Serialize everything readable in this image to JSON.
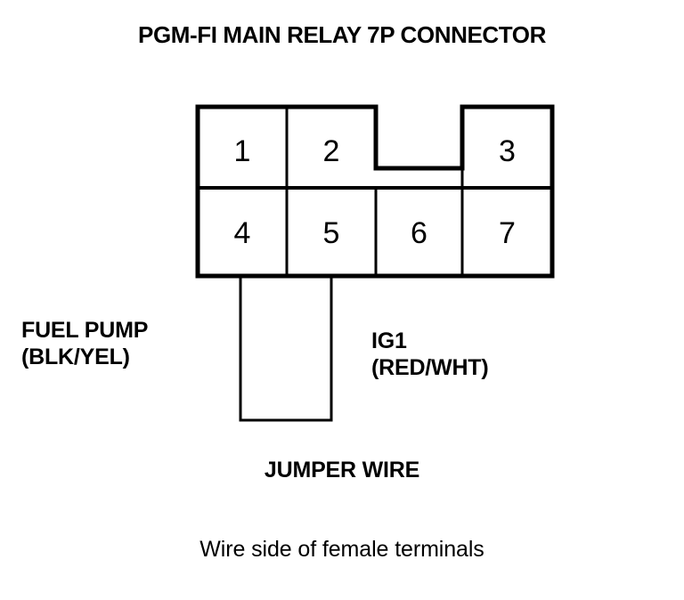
{
  "title": "PGM-FI MAIN RELAY 7P CONNECTOR",
  "connector": {
    "type": "7P female connector, wire side view",
    "keyway_notch": "top-center recessed notch between pin 2 and pin 3",
    "top_row": [
      {
        "pin": "1"
      },
      {
        "pin": "2"
      },
      {
        "pin": "3"
      }
    ],
    "bottom_row": [
      {
        "pin": "4"
      },
      {
        "pin": "5"
      },
      {
        "pin": "6"
      },
      {
        "pin": "7"
      }
    ]
  },
  "labels": {
    "fuel_pump_line1": "FUEL PUMP",
    "fuel_pump_line2": "(BLK/YEL)",
    "ig1_line1": "IG1",
    "ig1_line2": "(RED/WHT)",
    "jumper_wire": "JUMPER WIRE"
  },
  "caption": "Wire side of female terminals",
  "colors": {
    "background": "#ffffff",
    "line": "#000000",
    "text": "#000000"
  }
}
